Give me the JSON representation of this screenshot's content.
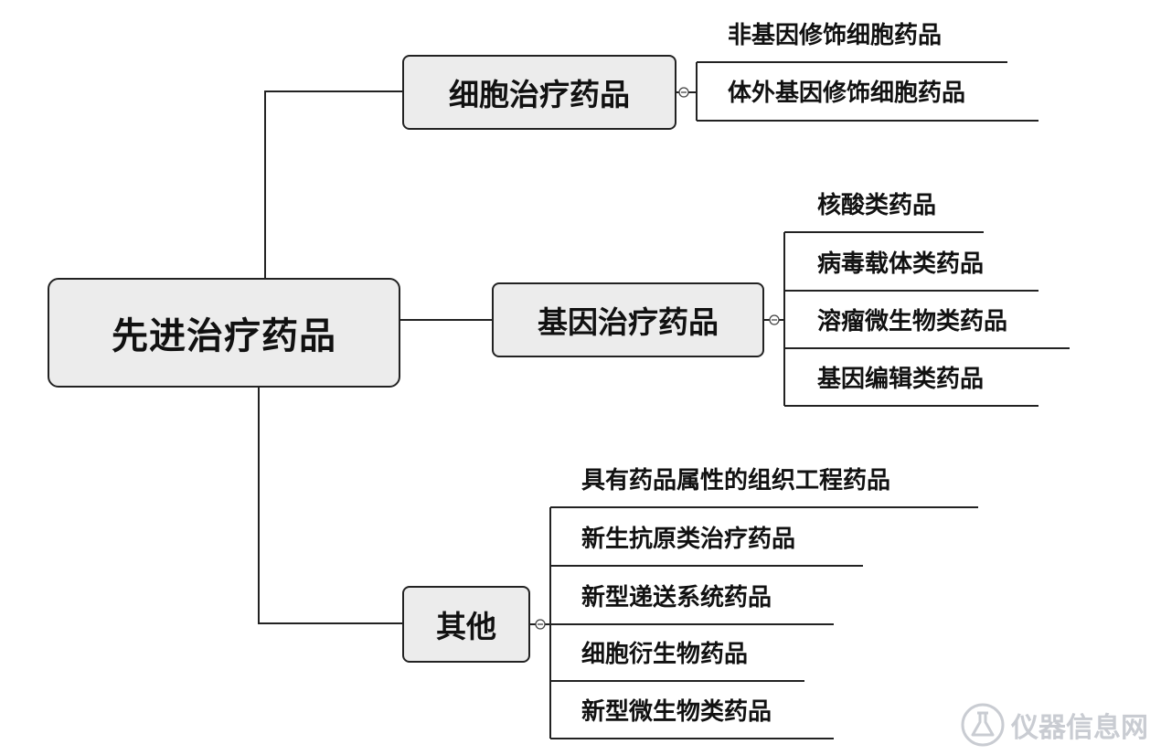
{
  "root": {
    "label": "先进治疗药品"
  },
  "branches": [
    {
      "label": "细胞治疗药品",
      "children": [
        "非基因修饰细胞药品",
        "体外基因修饰细胞药品"
      ]
    },
    {
      "label": "基因治疗药品",
      "children": [
        "核酸类药品",
        "病毒载体类药品",
        "溶瘤微生物类药品",
        "基因编辑类药品"
      ]
    },
    {
      "label": "其他",
      "children": [
        "具有药品属性的组织工程药品",
        "新生抗原类治疗药品",
        "新型递送系统药品",
        "细胞衍生物药品",
        "新型微生物类药品"
      ]
    }
  ],
  "watermark": {
    "text": "仪器信息网",
    "icon": "flask-logo-icon"
  },
  "colors": {
    "line": "#222222",
    "node_fill": "#ececec",
    "watermark": "#c9ccd2"
  }
}
